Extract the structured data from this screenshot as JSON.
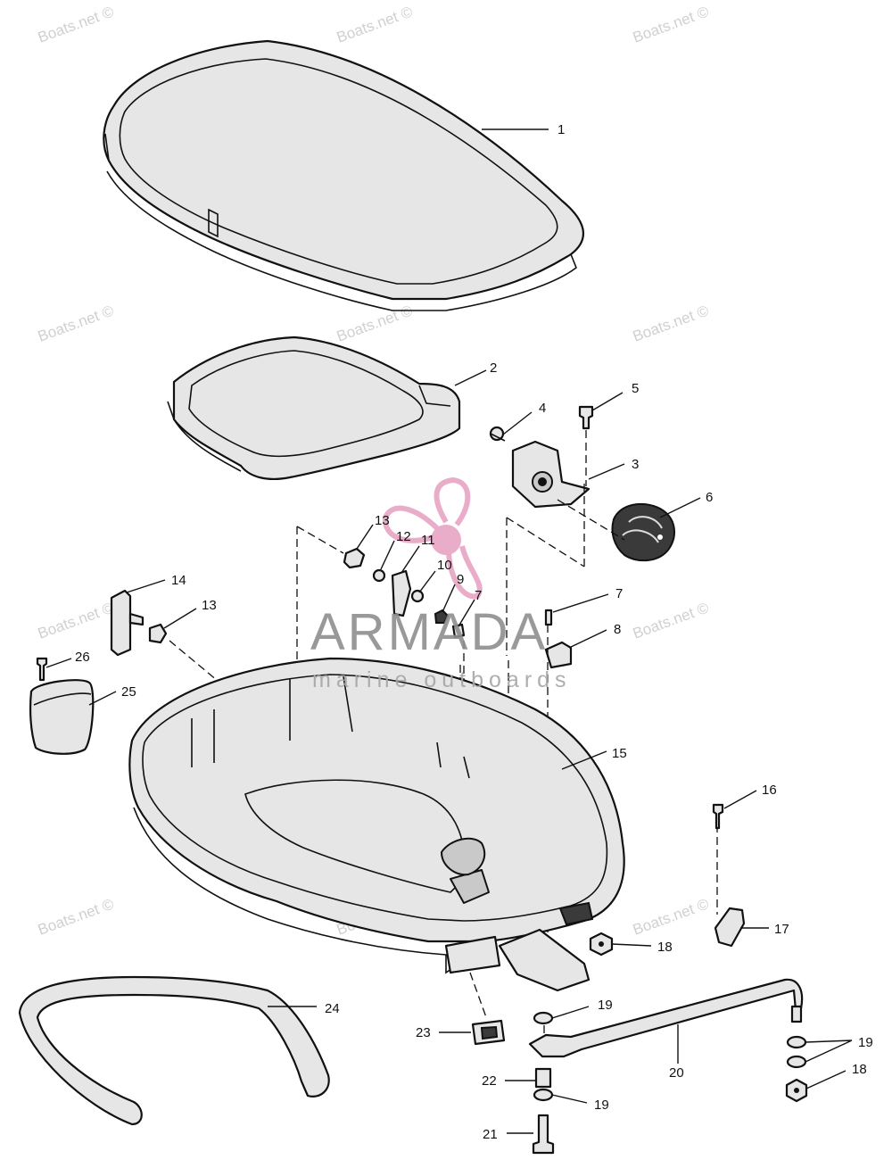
{
  "watermark": {
    "text": "Boats.net ©"
  },
  "logo": {
    "name": "ARMADA",
    "tagline": "marine outboards",
    "accent_color": "#e7a4c4"
  },
  "callouts": {
    "c1": "1",
    "c2": "2",
    "c3": "3",
    "c4": "4",
    "c5": "5",
    "c6": "6",
    "c7a": "7",
    "c7b": "7",
    "c8": "8",
    "c9": "9",
    "c10": "10",
    "c11": "11",
    "c12": "12",
    "c13a": "13",
    "c13b": "13",
    "c14": "14",
    "c15": "15",
    "c16": "16",
    "c17": "17",
    "c18a": "18",
    "c18b": "18",
    "c19a": "19",
    "c19b": "19",
    "c19c": "19",
    "c20": "20",
    "c21": "21",
    "c22": "22",
    "c23": "23",
    "c24": "24",
    "c25": "25",
    "c26": "26"
  },
  "colors": {
    "line": "#111111",
    "part_fill": "#e6e6e6",
    "watermark": "#d0d0d0"
  }
}
